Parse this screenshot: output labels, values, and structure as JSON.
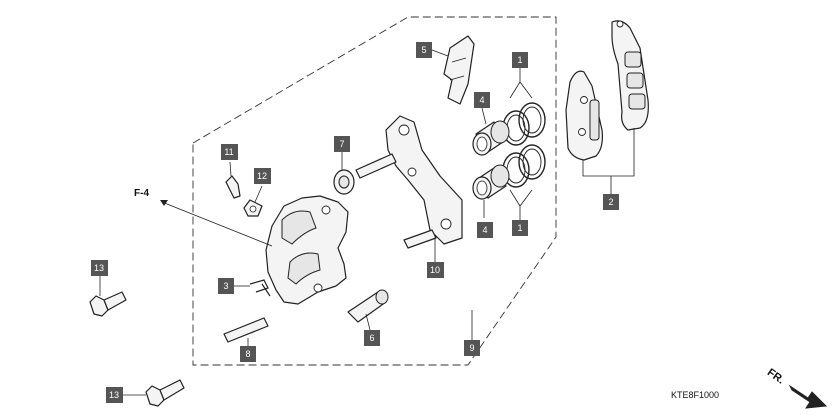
{
  "diagram": {
    "reference": "F-4",
    "fr_label": "FR.",
    "drawing_code": "KTE8F1000",
    "callouts": [
      {
        "id": "c1a",
        "num": "1"
      },
      {
        "id": "c1b",
        "num": "1"
      },
      {
        "id": "c2",
        "num": "2"
      },
      {
        "id": "c3",
        "num": "3"
      },
      {
        "id": "c4a",
        "num": "4"
      },
      {
        "id": "c4b",
        "num": "4"
      },
      {
        "id": "c5",
        "num": "5"
      },
      {
        "id": "c6",
        "num": "6"
      },
      {
        "id": "c7",
        "num": "7"
      },
      {
        "id": "c8",
        "num": "8"
      },
      {
        "id": "c9",
        "num": "9"
      },
      {
        "id": "c10",
        "num": "10"
      },
      {
        "id": "c11",
        "num": "11"
      },
      {
        "id": "c12",
        "num": "12"
      },
      {
        "id": "c13a",
        "num": "13"
      },
      {
        "id": "c13b",
        "num": "13"
      }
    ]
  }
}
